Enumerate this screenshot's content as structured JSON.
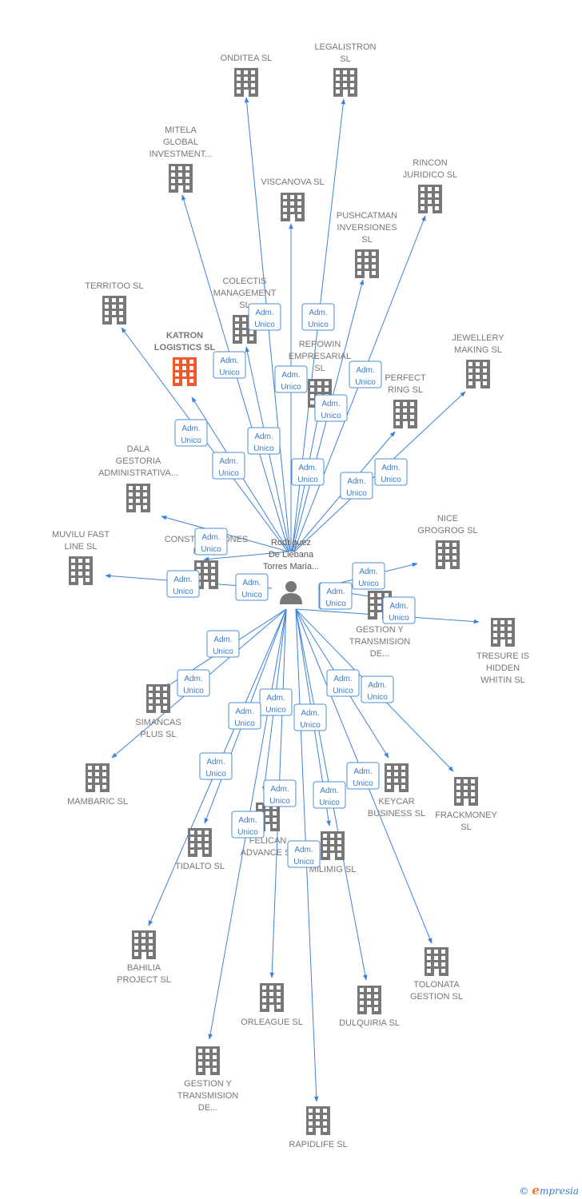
{
  "colors": {
    "edge": "#3c82d8",
    "building": "#777777",
    "building_highlight": "#f2592a",
    "person": "#777777",
    "box_border": "#4a8fd6",
    "box_text": "#3a7cc9"
  },
  "center": {
    "name_lines": [
      "Rodriguez",
      "De Liebana",
      "Torres Maria..."
    ],
    "icon": "person-icon"
  },
  "relation_label_lines": [
    "Adm.",
    "Unico"
  ],
  "companies": [
    {
      "id": "onditea",
      "lines": [
        "ONDITEA  SL"
      ]
    },
    {
      "id": "legalistron",
      "lines": [
        "LEGALISTRON",
        "SL"
      ]
    },
    {
      "id": "mitela",
      "lines": [
        "MITELA",
        "GLOBAL",
        "INVESTMENT..."
      ]
    },
    {
      "id": "viscanova",
      "lines": [
        "VISCANOVA  SL"
      ]
    },
    {
      "id": "rincon",
      "lines": [
        "RINCON",
        "JURIDICO SL"
      ]
    },
    {
      "id": "pushcatman",
      "lines": [
        "PUSHCATMAN",
        "INVERSIONES",
        "SL"
      ]
    },
    {
      "id": "territoo",
      "lines": [
        "TERRITOO  SL"
      ]
    },
    {
      "id": "colectis",
      "lines": [
        "COLECTIS",
        "MANAGEMENT",
        "SL"
      ]
    },
    {
      "id": "katron",
      "lines": [
        "KATRON",
        "LOGISTICS  SL"
      ],
      "highlight": true
    },
    {
      "id": "repowin",
      "lines": [
        "REPOWIN",
        "EMPRESARIAL",
        "SL"
      ]
    },
    {
      "id": "jewellery",
      "lines": [
        "JEWELLERY",
        "MAKING  SL"
      ]
    },
    {
      "id": "perfect",
      "lines": [
        "PERFECT",
        "RING  SL"
      ]
    },
    {
      "id": "dala",
      "lines": [
        "DALA",
        "GESTORIA",
        "ADMINISTRATIVA..."
      ]
    },
    {
      "id": "construcciones",
      "lines": [
        "CONSTRUCCIONES",
        "NOS..."
      ]
    },
    {
      "id": "muvilu",
      "lines": [
        "MUVILU FAST",
        "LINE  SL"
      ]
    },
    {
      "id": "nice",
      "lines": [
        "NICE",
        "GROGROG  SL"
      ]
    },
    {
      "id": "gestion1",
      "lines": [
        "GESTION Y",
        "TRANSMISION",
        "DE..."
      ]
    },
    {
      "id": "tresure",
      "lines": [
        "TRESURE IS",
        "HIDDEN",
        "WHITIN  SL"
      ]
    },
    {
      "id": "simancas",
      "lines": [
        "SIMANCAS",
        "PLUS  SL"
      ]
    },
    {
      "id": "mambaric",
      "lines": [
        "MAMBARIC  SL"
      ]
    },
    {
      "id": "keycar",
      "lines": [
        "KEYCAR",
        "BUSINESS  SL"
      ]
    },
    {
      "id": "frackmoney",
      "lines": [
        "FRACKMONEY",
        "SL"
      ]
    },
    {
      "id": "felican",
      "lines": [
        "FELICAN",
        "ADVANCE  SL"
      ]
    },
    {
      "id": "tidalto",
      "lines": [
        "TIDALTO  SL"
      ]
    },
    {
      "id": "milimig",
      "lines": [
        "MILIMIG  SL"
      ]
    },
    {
      "id": "bahilia",
      "lines": [
        "BAHILIA",
        "PROJECT  SL"
      ]
    },
    {
      "id": "tolonata",
      "lines": [
        "TOLONATA",
        "GESTION  SL"
      ]
    },
    {
      "id": "orleague",
      "lines": [
        "ORLEAGUE  SL"
      ]
    },
    {
      "id": "dulquiria",
      "lines": [
        "DULQUIRIA  SL"
      ]
    },
    {
      "id": "gestion2",
      "lines": [
        "GESTION Y",
        "TRANSMISION",
        "DE..."
      ]
    },
    {
      "id": "rapidlife",
      "lines": [
        "RAPIDLIFE  SL"
      ]
    }
  ],
  "footer": {
    "copyright": "©",
    "brand_initial": "e",
    "brand_rest": "mpresia"
  }
}
